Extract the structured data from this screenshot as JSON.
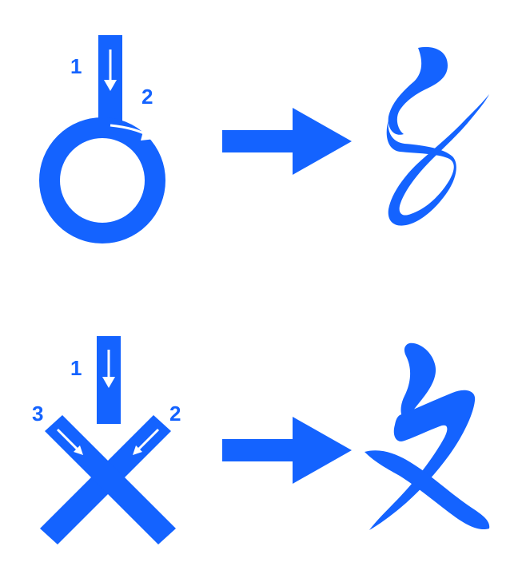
{
  "colors": {
    "primary": "#1463ff",
    "background": "#ffffff",
    "arrow_inner": "#ffffff"
  },
  "diagrams": [
    {
      "stroke_labels": [
        "1",
        "2"
      ],
      "result_glyph": "calligraphic-loop-stroke"
    },
    {
      "stroke_labels": [
        "1",
        "2",
        "3"
      ],
      "result_glyph": "calligraphic-crossed-stroke"
    }
  ]
}
